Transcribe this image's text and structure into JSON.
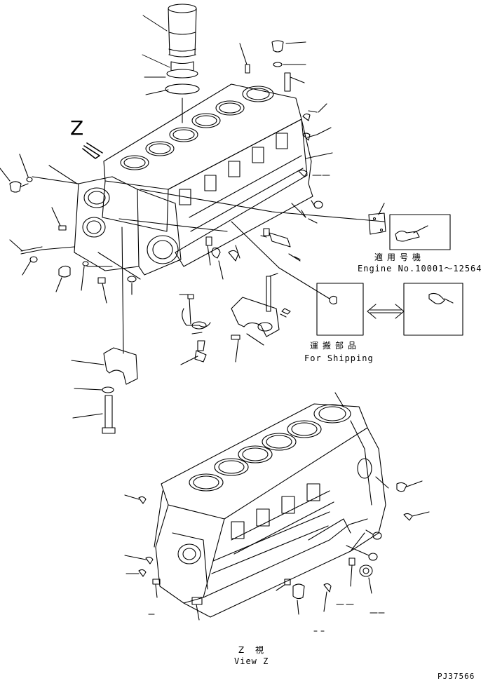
{
  "view_marker": "Z",
  "engine_note": {
    "jp": "適用号機",
    "en": "Engine No.10001～12564"
  },
  "shipping_note": {
    "jp": "運搬部品",
    "en": "For Shipping"
  },
  "view_caption": {
    "jp": "Z 視",
    "en": "View Z"
  },
  "drawing_number": "PJ37566"
}
